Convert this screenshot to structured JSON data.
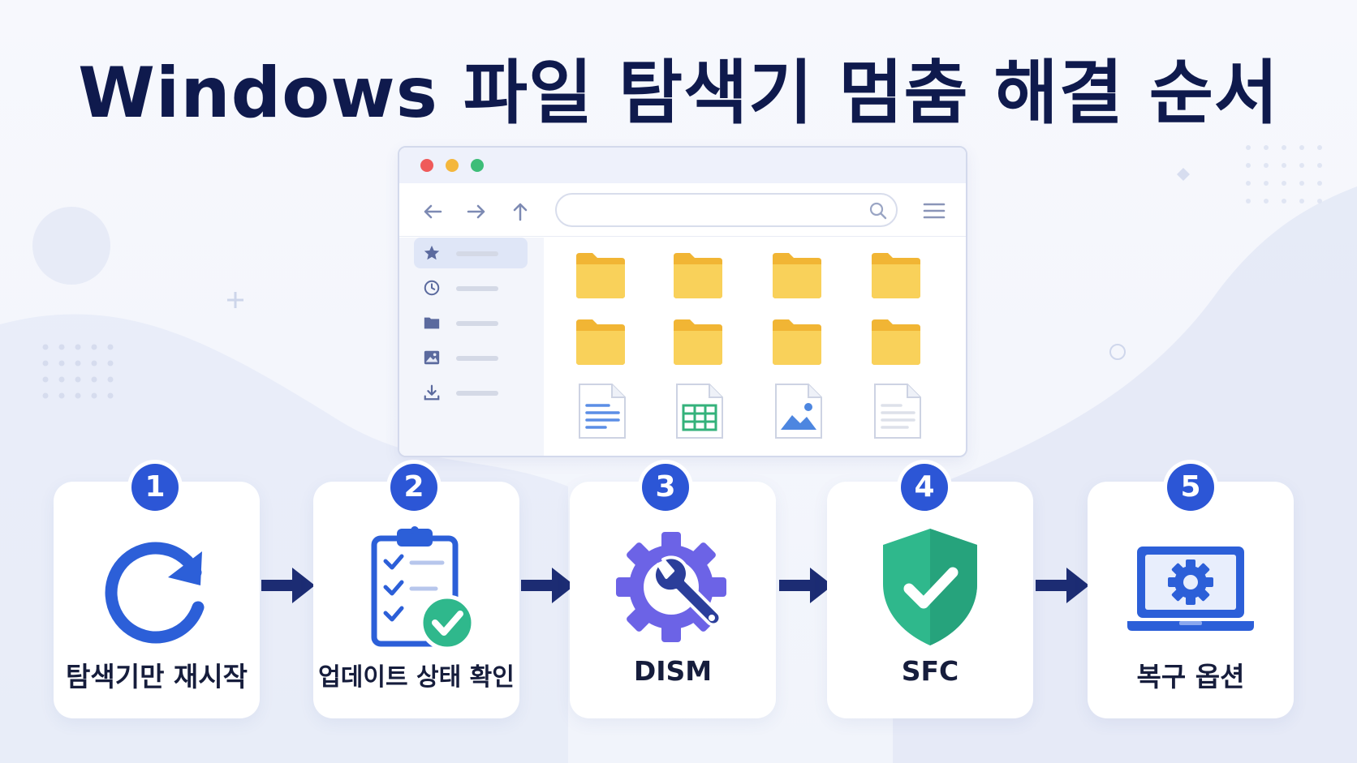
{
  "title": "Windows 파일 탐색기 멈춤 해결 순서",
  "explorer": {
    "traffic_lights": [
      "#ef5a5a",
      "#f4b73c",
      "#3dbd78"
    ],
    "nav_icons": [
      "back-arrow-icon",
      "forward-arrow-icon",
      "up-arrow-icon"
    ],
    "search_icon": "search-icon",
    "menu_icon": "hamburger-menu-icon",
    "sidebar_icons": [
      "star-icon",
      "clock-icon",
      "folder-icon",
      "image-icon",
      "download-icon"
    ],
    "files": [
      "folder",
      "folder",
      "folder",
      "folder",
      "folder",
      "folder",
      "folder",
      "folder",
      "text-document",
      "spreadsheet-document",
      "image-document",
      "blank-document"
    ]
  },
  "steps": [
    {
      "number": "1",
      "label": "탐색기만 재시작",
      "icon": "restart-icon",
      "color": "#2c5fd8"
    },
    {
      "number": "2",
      "label": "업데이트 상태 확인",
      "icon": "clipboard-check-icon",
      "color": "#2c5fd8"
    },
    {
      "number": "3",
      "label": "DISM",
      "icon": "gear-wrench-icon",
      "color": "#6c63e6"
    },
    {
      "number": "4",
      "label": "SFC",
      "icon": "shield-check-icon",
      "color": "#2fb88c"
    },
    {
      "number": "5",
      "label": "복구 옵션",
      "icon": "laptop-gear-icon",
      "color": "#2c5fd8"
    }
  ],
  "colors": {
    "accent": "#2c56d6",
    "title": "#0f1a4d",
    "arrow": "#1c2c73",
    "folder": "#f7c948"
  }
}
